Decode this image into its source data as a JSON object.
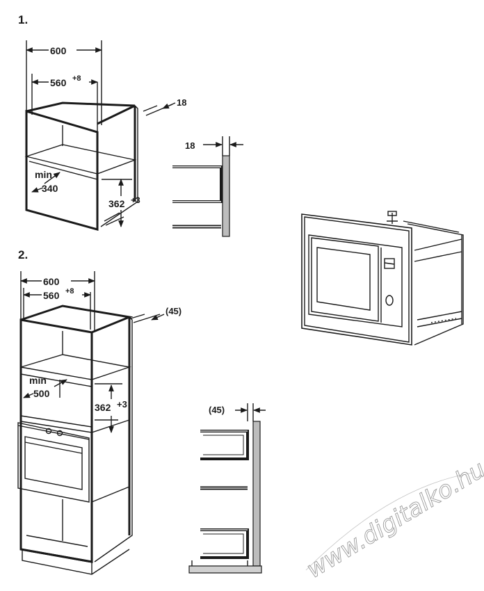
{
  "section1": {
    "step": "1.",
    "dim_total_width": "600",
    "dim_inner_width": "560",
    "dim_inner_width_tol": "+8",
    "dim_side_thickness": "18",
    "dim_min_label": "min",
    "dim_min_depth": "340",
    "dim_height": "362",
    "dim_height_tol": "+3",
    "detail_thickness": "18"
  },
  "section2": {
    "step": "2.",
    "dim_total_width": "600",
    "dim_inner_width": "560",
    "dim_inner_width_tol": "+8",
    "dim_gap": "(45)",
    "dim_min_label": "min",
    "dim_min_depth": "500",
    "dim_height": "362",
    "dim_height_tol": "+3",
    "detail_gap": "(45)"
  },
  "watermark": "www.digitalko.hu"
}
